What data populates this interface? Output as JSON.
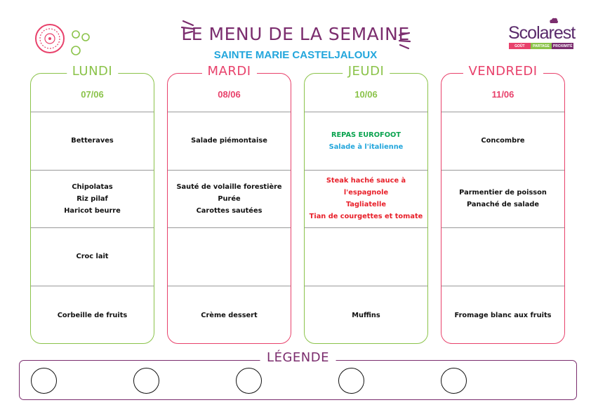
{
  "header": {
    "title": "LE MENU DE LA SEMAINE",
    "subtitle": "SAINTE MARIE CASTELJALOUX"
  },
  "logo": {
    "name": "Scolarest",
    "tagline": [
      "GOÛT",
      "PARTAGE",
      "PROXIMITÉ"
    ],
    "colors": [
      "#e8416b",
      "#8bc34a",
      "#7b2d6e"
    ]
  },
  "colors": {
    "purple": "#7b2d6e",
    "green": "#8bc34a",
    "pink": "#e8416b",
    "blue": "#22a6dc",
    "eurofoot_green": "#0aa34f",
    "red": "#e8202a"
  },
  "days": [
    {
      "name": "LUNDI",
      "date": "07/06",
      "color": "#8bc34a",
      "cells": [
        {
          "items": [
            {
              "text": "Betteraves"
            }
          ]
        },
        {
          "items": [
            {
              "text": "Chipolatas"
            },
            {
              "text": "Riz pilaf"
            },
            {
              "text": "Haricot beurre"
            }
          ]
        },
        {
          "items": [
            {
              "text": "Croc lait"
            }
          ]
        },
        {
          "items": [
            {
              "text": "Corbeille de fruits"
            }
          ]
        }
      ]
    },
    {
      "name": "MARDI",
      "date": "08/06",
      "color": "#e8416b",
      "cells": [
        {
          "items": [
            {
              "text": "Salade piémontaise"
            }
          ]
        },
        {
          "items": [
            {
              "text": "Sauté de volaille forestière"
            },
            {
              "text": "Purée"
            },
            {
              "text": "Carottes sautées"
            }
          ]
        },
        {
          "items": []
        },
        {
          "items": [
            {
              "text": "Crème dessert"
            }
          ]
        }
      ]
    },
    {
      "name": "JEUDI",
      "date": "10/06",
      "color": "#8bc34a",
      "cells": [
        {
          "items": [
            {
              "text": "REPAS EUROFOOT",
              "color": "#0aa34f"
            },
            {
              "text": "Salade à l'italienne",
              "color": "#22a6dc"
            }
          ]
        },
        {
          "items": [
            {
              "text": "Steak haché sauce à l'espagnole",
              "color": "#e8202a"
            },
            {
              "text": "Tagliatelle",
              "color": "#e8202a"
            },
            {
              "text": "Tian de courgettes et tomate",
              "color": "#e8202a"
            }
          ]
        },
        {
          "items": []
        },
        {
          "items": [
            {
              "text": "Muffins"
            }
          ]
        }
      ]
    },
    {
      "name": "VENDREDI",
      "date": "11/06",
      "color": "#e8416b",
      "cells": [
        {
          "items": [
            {
              "text": "Concombre"
            }
          ]
        },
        {
          "items": [
            {
              "text": "Parmentier de poisson"
            },
            {
              "text": "Panaché de salade"
            }
          ]
        },
        {
          "items": []
        },
        {
          "items": [
            {
              "text": "Fromage blanc aux fruits"
            }
          ]
        }
      ]
    }
  ],
  "legend": {
    "title": "LÉGENDE",
    "slots": 5
  }
}
